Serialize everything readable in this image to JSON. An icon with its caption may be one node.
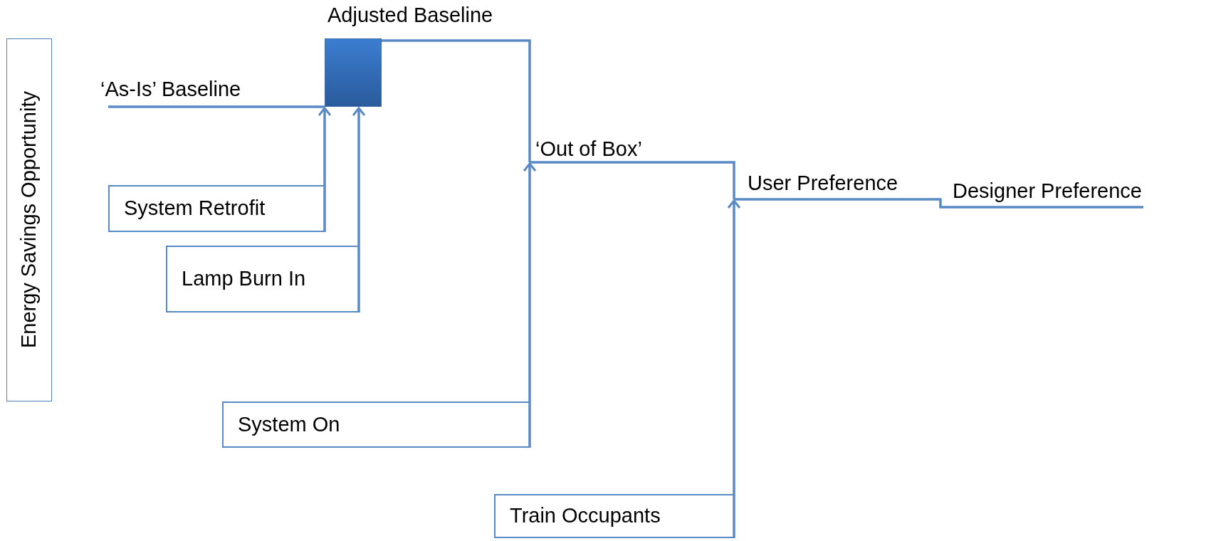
{
  "diagram": {
    "nodes": [
      {
        "text": [
          "Energy Savings Opportunity"
        ]
      },
      {
        "text": [
          "‘As-Is’ Baseline"
        ]
      },
      {
        "text": [
          "Adjusted Baseline"
        ]
      },
      {
        "text": [
          "‘Out of Box’"
        ]
      },
      {
        "text": [
          "User Preference"
        ]
      },
      {
        "text": [
          "Designer Preference"
        ]
      },
      {
        "text": [
          "System Retrofit"
        ]
      },
      {
        "text": [
          "Lamp Burn In"
        ]
      },
      {
        "text": [
          "System On"
        ]
      },
      {
        "text": [
          "Train Occupants"
        ]
      }
    ],
    "edges": [
      {
        "from": 1,
        "to": 2,
        "arrow": "none"
      },
      {
        "from": 2,
        "to": 3,
        "arrow": "none"
      },
      {
        "from": 3,
        "to": 4,
        "arrow": "none"
      },
      {
        "from": 4,
        "to": 5,
        "arrow": "none"
      },
      {
        "from": 6,
        "to": 2,
        "arrow": "to"
      },
      {
        "from": 7,
        "to": 2,
        "arrow": "to"
      },
      {
        "from": 8,
        "to": 3,
        "arrow": "to"
      },
      {
        "from": 9,
        "to": 4,
        "arrow": "to"
      }
    ]
  }
}
